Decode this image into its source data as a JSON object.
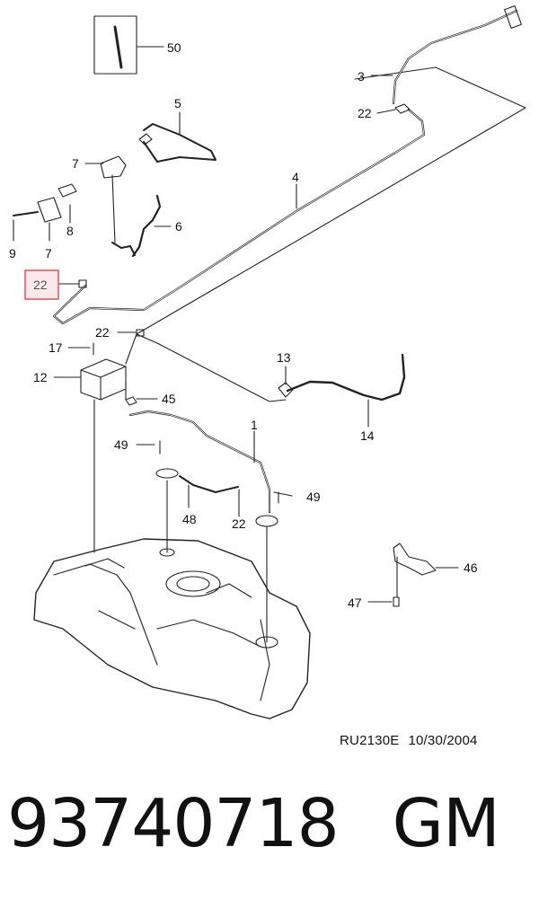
{
  "diagram": {
    "callouts": {
      "c50": "50",
      "c3": "3",
      "c22a": "22",
      "c5": "5",
      "c7a": "7",
      "c4": "4",
      "c9": "9",
      "c8": "8",
      "c7b": "7",
      "c6": "6",
      "c22b": "22",
      "c22c": "22",
      "c17": "17",
      "c12": "12",
      "c13": "13",
      "c45": "45",
      "c14": "14",
      "c1": "1",
      "c49a": "49",
      "c49b": "49",
      "c48": "48",
      "c22d": "22",
      "c46": "46",
      "c47": "47"
    },
    "highlighted_callout": "22",
    "highlight_color": "#e0505a",
    "highlight_fill": "#fbe9ea"
  },
  "reference": {
    "code": "RU2130E",
    "date": "10/30/2004"
  },
  "part": {
    "number": "93740718",
    "brand": "GM"
  }
}
